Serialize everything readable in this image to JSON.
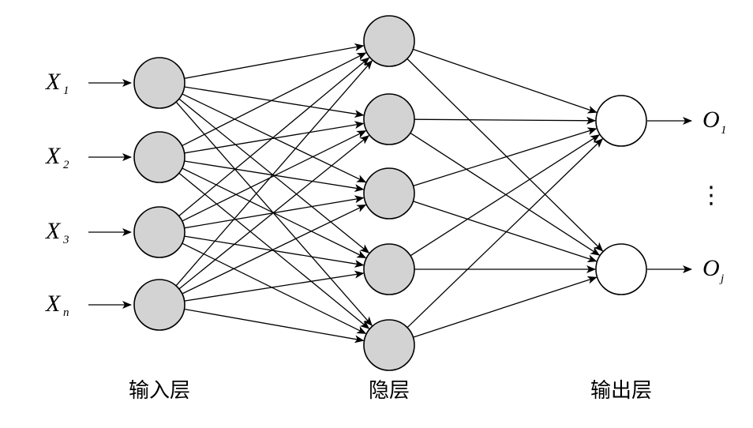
{
  "colors": {
    "input_hidden_fill": "#d3d3d3",
    "output_fill": "#ffffff",
    "stroke": "#000000"
  },
  "inputs": [
    {
      "var": "X",
      "sub": "1"
    },
    {
      "var": "X",
      "sub": "2"
    },
    {
      "var": "X",
      "sub": "3"
    },
    {
      "var": "X",
      "sub": "n"
    }
  ],
  "outputs": [
    {
      "var": "O",
      "sub": "1"
    },
    {
      "var": "O",
      "sub": "j"
    }
  ],
  "ellipsis": "⋮",
  "layer_labels": {
    "input": "输入层",
    "hidden": "隐层",
    "output": "输出层"
  }
}
